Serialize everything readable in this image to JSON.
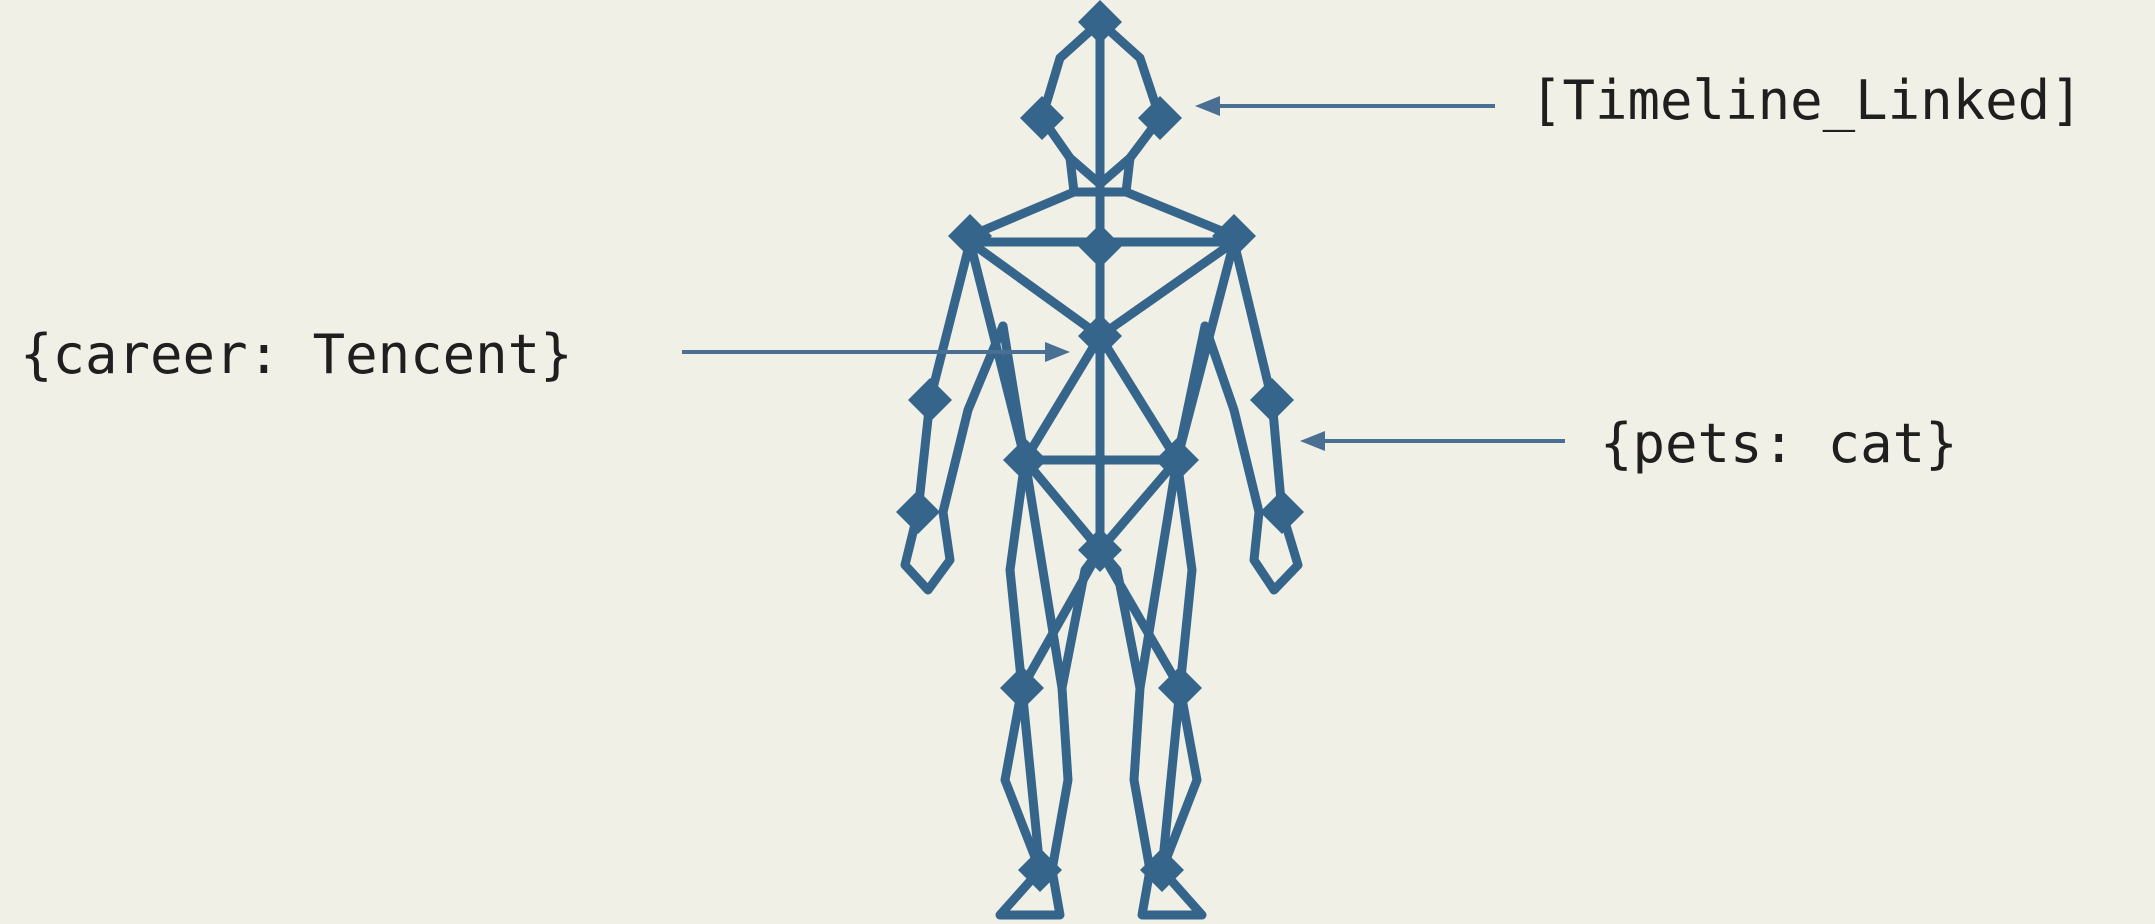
{
  "colors": {
    "background": "#f1f0e6",
    "figure": "#36658c",
    "label_text": "#1f1f1f",
    "arrow": "#4a6f93"
  },
  "labels": {
    "timeline": "[Timeline_Linked]",
    "career": "{career: Tencent}",
    "pets": "{pets: cat}"
  },
  "figure": {
    "icon": "wireframe-human-figure-icon"
  }
}
